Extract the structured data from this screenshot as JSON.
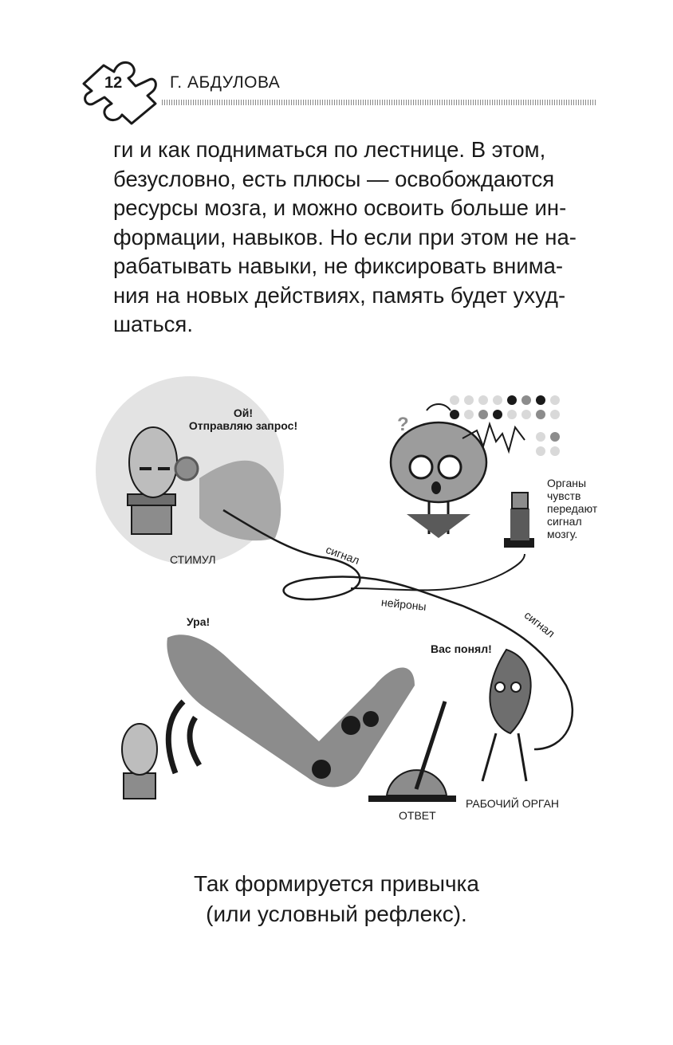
{
  "header": {
    "page_number": "12",
    "author": "Г. АБДУЛОВА"
  },
  "body": {
    "lines": [
      "ги и как подниматься по лестнице. В этом,",
      "безусловно, есть плюсы — освобождаются",
      "ресурсы мозга, и можно освоить больше ин-",
      "формации, навыков. Но если при этом не на-",
      "рабатывать навыки, не фиксировать внима-",
      "ния на новых действиях, память будет ухуд-",
      "шаться."
    ]
  },
  "figure": {
    "speech_ouch_1": "Ой!",
    "speech_ouch_2": "Отправляю запрос!",
    "label_stimulus": "СТИМУЛ",
    "label_signal_1": "сигнал",
    "label_neurons": "нейроны",
    "label_signal_2": "сигнал",
    "senses_lines": [
      "Органы",
      "чувств",
      "передают",
      "сигнал",
      "мозгу."
    ],
    "speech_hooray": "Ура!",
    "speech_understood": "Вас понял!",
    "label_response": "ОТВЕТ",
    "label_organ": "РАБОЧИЙ ОРГАН"
  },
  "caption": {
    "line1": "Так формируется привычка",
    "line2": "(или условный рефлекс)."
  },
  "colors": {
    "ink": "#1a1a1a",
    "gray_light": "#d9d9d9",
    "gray_mid": "#8c8c8c",
    "gray_dark": "#5a5a5a"
  }
}
